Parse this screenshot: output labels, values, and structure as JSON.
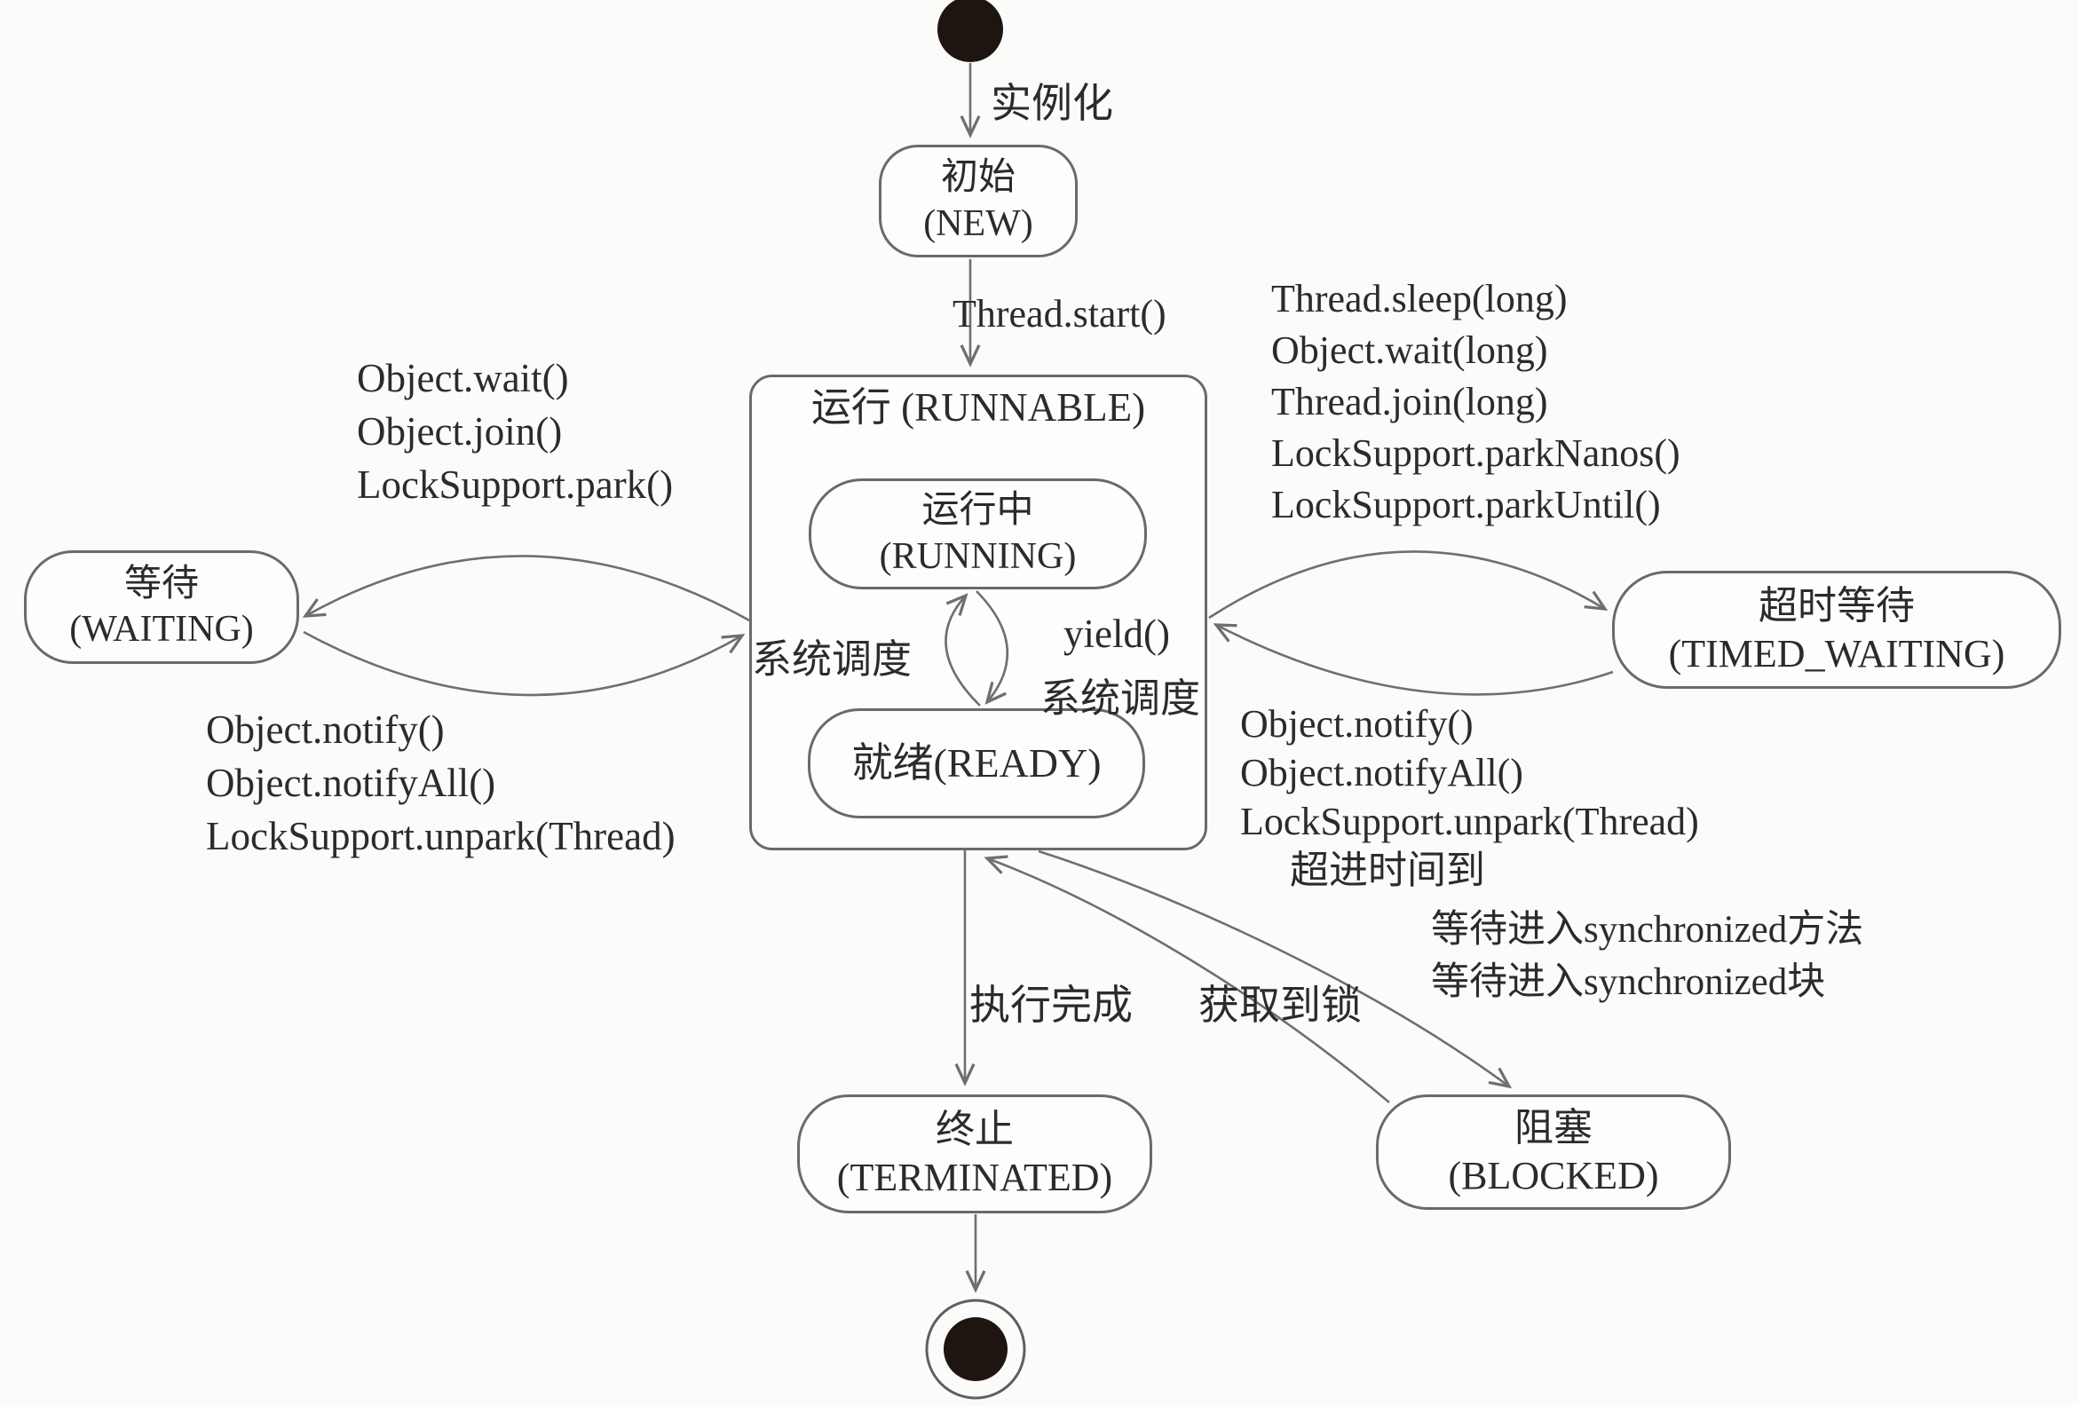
{
  "colors": {
    "line": "#6f6f6f",
    "text": "#2b2b2b",
    "state_fill": "#fdfdfc",
    "terminal_dot": "#1e1511",
    "background": "#fbfbf9"
  },
  "states": {
    "new": {
      "zh": "初始",
      "en": "(NEW)"
    },
    "runnable": {
      "zh": "运行",
      "en": "(RUNNABLE)"
    },
    "running": {
      "zh": "运行中",
      "en": "(RUNNING)"
    },
    "ready": {
      "label": "就绪(READY)"
    },
    "waiting": {
      "zh": "等待",
      "en": "(WAITING)"
    },
    "timed_waiting": {
      "zh": "超时等待",
      "en": "(TIMED_WAITING)"
    },
    "terminated": {
      "zh": "终止",
      "en": "(TERMINATED)"
    },
    "blocked": {
      "zh": "阻塞",
      "en": "(BLOCKED)"
    }
  },
  "transitions": {
    "instantiate": "实例化",
    "thread_start": "Thread.start()",
    "runnable_to_waiting": [
      "Object.wait()",
      "Object.join()",
      "LockSupport.park()"
    ],
    "waiting_to_runnable": [
      "Object.notify()",
      "Object.notifyAll()",
      "LockSupport.unpark(Thread)"
    ],
    "runnable_to_timed_waiting": [
      "Thread.sleep(long)",
      "Object.wait(long)",
      "Thread.join(long)",
      "LockSupport.parkNanos()",
      "LockSupport.parkUntil()"
    ],
    "timed_waiting_to_runnable": [
      "Object.notify()",
      "Object.notifyAll()",
      "LockSupport.unpark(Thread)",
      "超进时间到"
    ],
    "system_schedule_up": "系统调度",
    "yield": "yield()",
    "system_schedule_down": "系统调度",
    "execution_complete": "执行完成",
    "lock_acquired": "获取到锁",
    "runnable_to_blocked": [
      "等待进入synchronized方法",
      "等待进入synchronized块"
    ]
  }
}
